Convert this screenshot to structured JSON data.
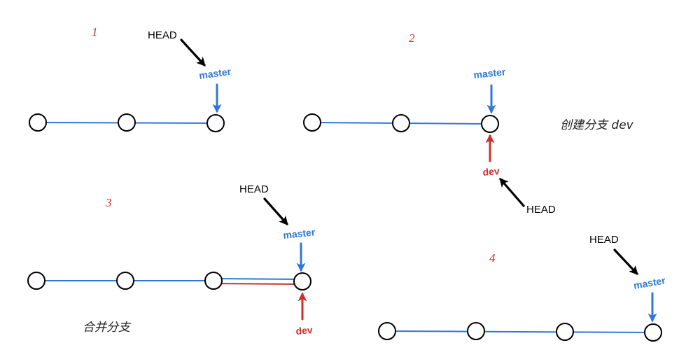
{
  "colors": {
    "branch": "#2f78d6",
    "dev": "#c9302c",
    "head": "#000000",
    "step": "#d42a2a",
    "node": "#000000"
  },
  "panels": [
    {
      "step": "1",
      "head": "HEAD",
      "master": "master"
    },
    {
      "step": "2",
      "head": "HEAD",
      "master": "master",
      "dev": "dev",
      "caption": "创建分支 dev"
    },
    {
      "step": "3",
      "head": "HEAD",
      "master": "master",
      "dev": "dev",
      "caption": "合并分支"
    },
    {
      "step": "4",
      "head": "HEAD",
      "master": "master"
    }
  ]
}
